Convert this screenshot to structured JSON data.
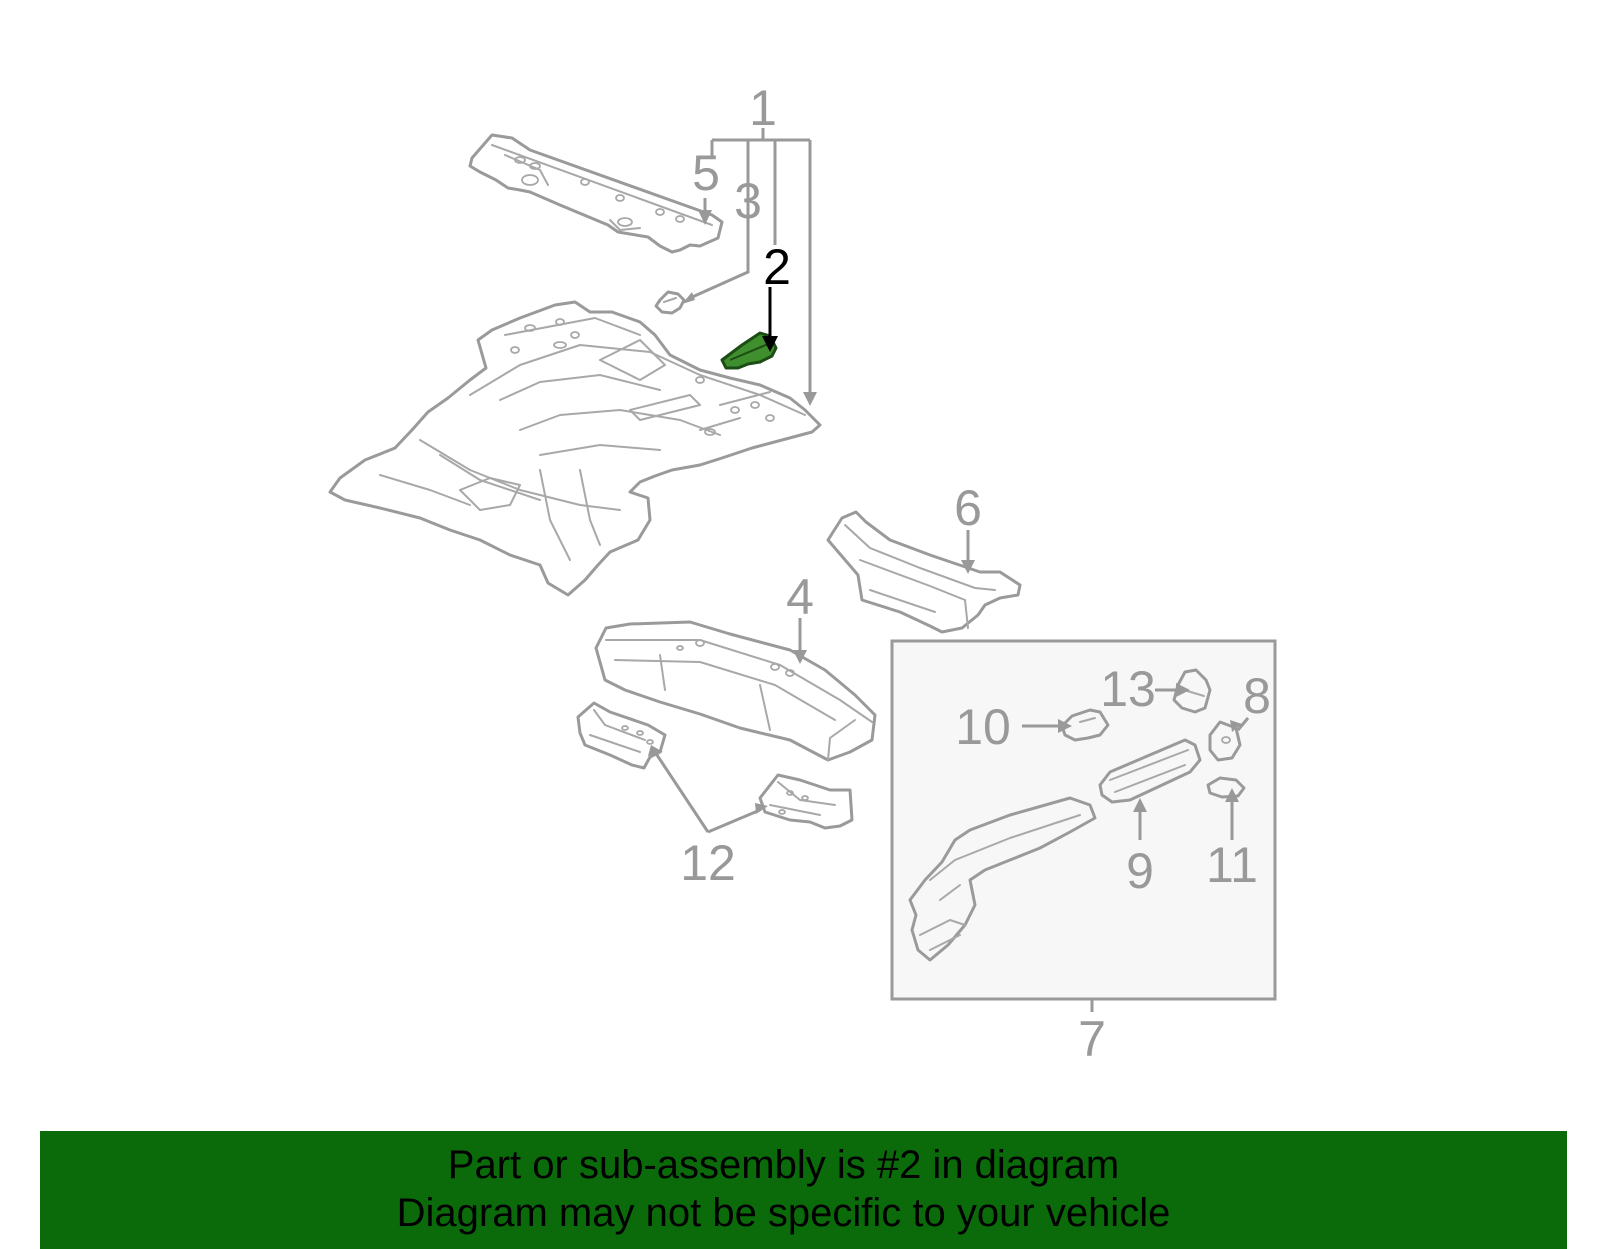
{
  "diagram": {
    "highlighted_part": "2",
    "callouts": [
      {
        "id": "1",
        "label": "1"
      },
      {
        "id": "2",
        "label": "2"
      },
      {
        "id": "3",
        "label": "3"
      },
      {
        "id": "4",
        "label": "4"
      },
      {
        "id": "5",
        "label": "5"
      },
      {
        "id": "6",
        "label": "6"
      },
      {
        "id": "7",
        "label": "7"
      },
      {
        "id": "8",
        "label": "8"
      },
      {
        "id": "9",
        "label": "9"
      },
      {
        "id": "10",
        "label": "10"
      },
      {
        "id": "11",
        "label": "11"
      },
      {
        "id": "12",
        "label": "12"
      },
      {
        "id": "13",
        "label": "13"
      }
    ]
  },
  "footer": {
    "line1": "Part or sub-assembly is #2 in diagram",
    "line2": "Diagram may not be specific to your vehicle"
  },
  "colors": {
    "line_art": "#9a9a9a",
    "highlight_fill": "#3f8f2f",
    "footer_background": "#0b6b0b",
    "active_callout": "#000000"
  }
}
